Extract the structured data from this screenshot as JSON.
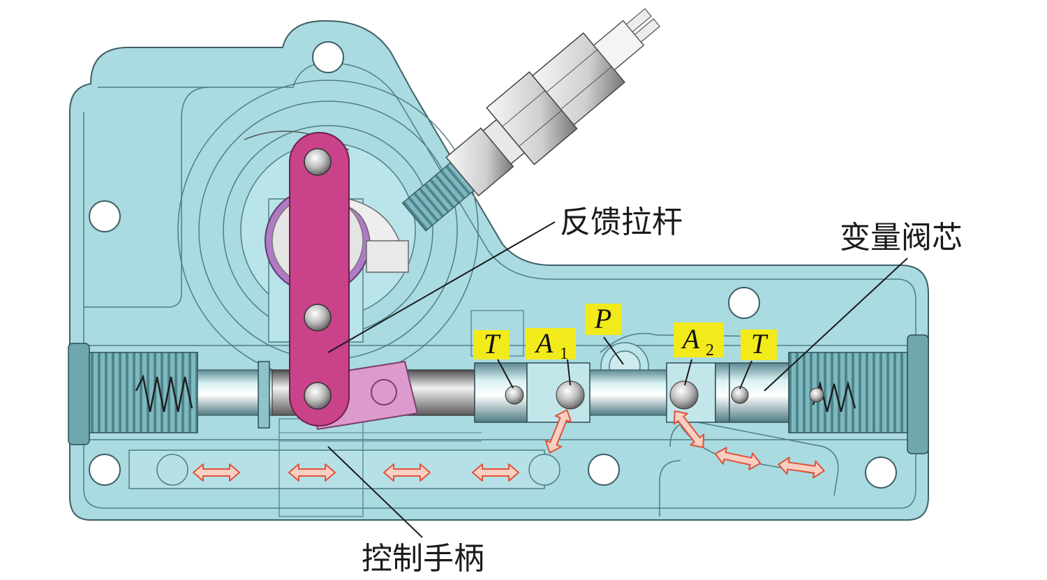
{
  "callouts": {
    "feedback_rod": "反馈拉杆",
    "variable_spool": "变量阀芯",
    "control_handle": "控制手柄"
  },
  "ports": [
    {
      "letter": "T",
      "sub": ""
    },
    {
      "letter": "A",
      "sub": "1"
    },
    {
      "letter": "P",
      "sub": ""
    },
    {
      "letter": "A",
      "sub": "2"
    },
    {
      "letter": "T",
      "sub": ""
    }
  ],
  "colors": {
    "housing": "#a9dbe1",
    "housing_outline": "#3f5f66",
    "feedback_rod": "#c9428a",
    "handle_plate": "#dd9acd",
    "port_label_bg": "#f3ea1b",
    "flow_arrow": "#f8d0c2",
    "flow_arrow_outline": "#e2503a"
  },
  "flow_arrows": [
    {
      "name": "arrow-lower-1",
      "icon": "double-arrow-icon"
    },
    {
      "name": "arrow-lower-2",
      "icon": "double-arrow-icon"
    },
    {
      "name": "arrow-lower-3",
      "icon": "double-arrow-icon"
    },
    {
      "name": "arrow-lower-4",
      "icon": "double-arrow-icon"
    },
    {
      "name": "arrow-a1",
      "icon": "double-arrow-icon"
    },
    {
      "name": "arrow-a2-1",
      "icon": "double-arrow-icon"
    },
    {
      "name": "arrow-a2-2",
      "icon": "double-arrow-icon"
    },
    {
      "name": "arrow-a2-3",
      "icon": "double-arrow-icon"
    }
  ]
}
